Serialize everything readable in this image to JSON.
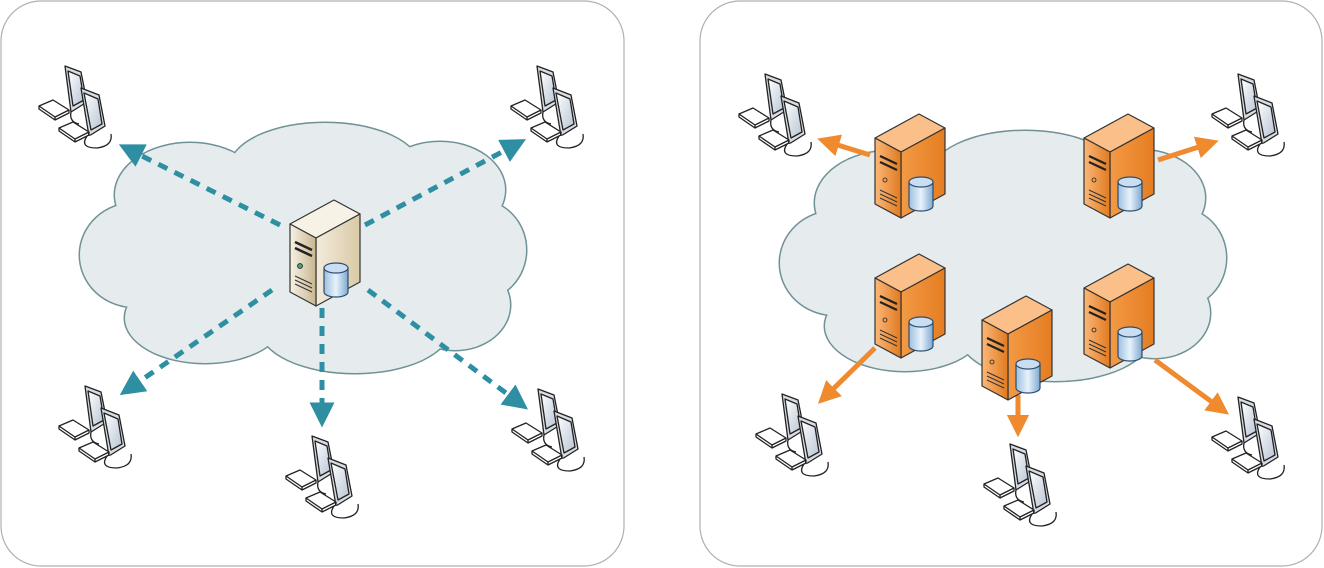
{
  "colors": {
    "panel_border": "#b0b0b0",
    "cloud_fill": "#e6eced",
    "cloud_stroke": "#6f9296",
    "left_arrow": "#2e8fa3",
    "right_arrow": "#ef8a2e",
    "left_server": "#e2d6bc",
    "right_server": "#f0943a"
  },
  "left_panel": {
    "server_count": 1,
    "client_count": 5,
    "arrow_style": "dashed"
  },
  "right_panel": {
    "server_count": 5,
    "client_count": 5,
    "arrow_style": "solid"
  }
}
